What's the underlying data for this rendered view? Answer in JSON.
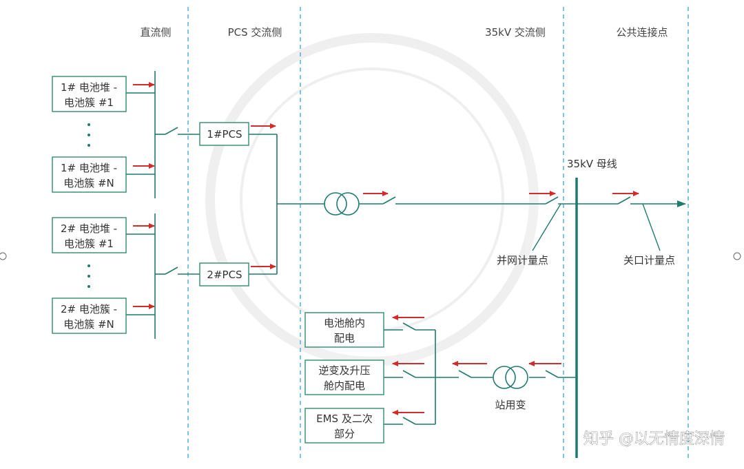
{
  "sections": {
    "dc_side": "直流侧",
    "pcs_ac_side": "PCS 交流侧",
    "kv35_ac_side": "35kV 交流侧",
    "pcc": "公共连接点"
  },
  "battery_boxes": [
    {
      "line1": "1# 电池堆 -",
      "line2": "电池簇 #1"
    },
    {
      "line1": "1# 电池堆 -",
      "line2": "电池簇 #N"
    },
    {
      "line1": "2# 电池堆 -",
      "line2": "电池簇 #1"
    },
    {
      "line1": "2# 电池簇 -",
      "line2": "电池簇 #N"
    }
  ],
  "pcs": [
    "1#PCS",
    "2#PCS"
  ],
  "bus_label": "35kV 母线",
  "metering": {
    "grid_point": "并网计量点",
    "gate_point": "关口计量点"
  },
  "station_transformer": "站用变",
  "loads": [
    {
      "line1": "电池舱内",
      "line2": "配电"
    },
    {
      "line1": "逆变及升压",
      "line2": "舱内配电"
    },
    {
      "line1": "EMS 及二次",
      "line2": "部分"
    }
  ],
  "watermark": "知乎 @以无情度深情",
  "colors": {
    "line": "#1f7a6e",
    "arrow": "#d42a2a",
    "divider": "#4fb3d9",
    "box_border": "#2e8b6f"
  }
}
